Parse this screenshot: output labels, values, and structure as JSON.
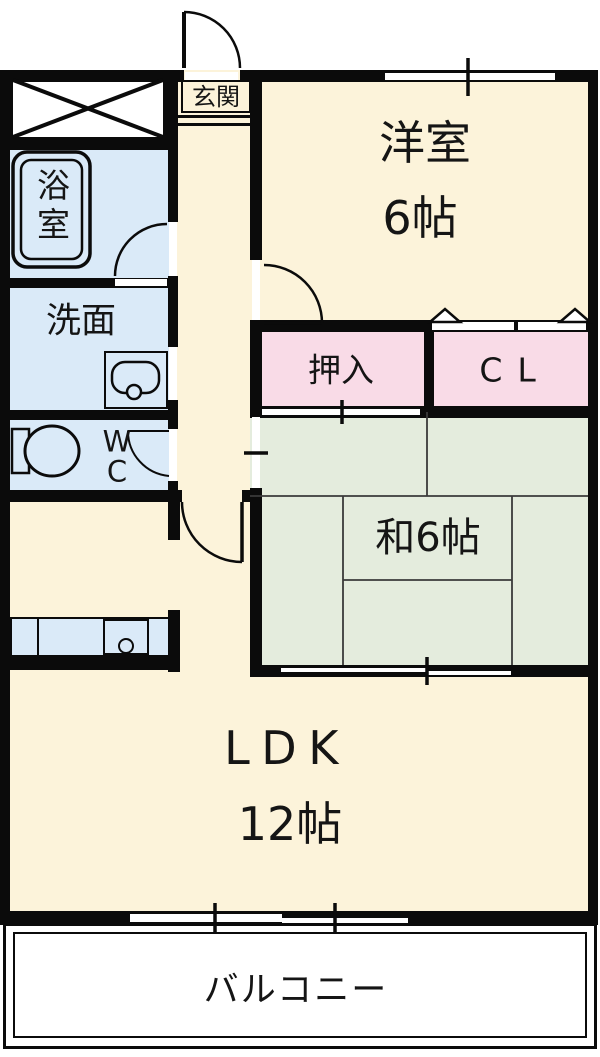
{
  "plan": {
    "type": "apartment-floor-plan",
    "rooms": {
      "genkan": {
        "label": "玄関"
      },
      "yoshitsu": {
        "label": "洋室",
        "size": "6帖"
      },
      "oshiire": {
        "label": "押入"
      },
      "closet": {
        "label": "CL"
      },
      "washitsu": {
        "label": "和6帖"
      },
      "senmen": {
        "label": "洗面"
      },
      "yokushitsu": {
        "label": "浴室"
      },
      "wc": {
        "lines": [
          "W",
          "C"
        ]
      },
      "ldk": {
        "label": "LDK",
        "size": "12帖"
      },
      "balcony": {
        "label": "バルコニー"
      }
    },
    "colors": {
      "room_cream": "#FCF3DA",
      "wet_blue": "#DAEAF8",
      "closet_pink": "#F9DBE7",
      "tatami_green": "#E4ECDD",
      "wall_black": "#0B0B0B",
      "balcony_white": "#FFFFFF"
    }
  }
}
